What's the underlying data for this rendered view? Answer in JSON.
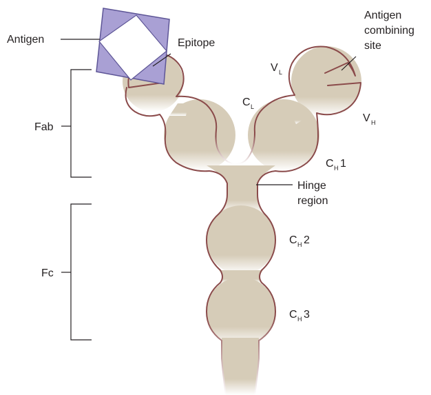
{
  "labels": {
    "antigen": "Antigen",
    "epitope": "Epitope",
    "antigen_combining_site": [
      "Antigen",
      "combining",
      "site"
    ],
    "fab": "Fab",
    "fc": "Fc",
    "hinge_region": [
      "Hinge",
      "region"
    ],
    "vl": {
      "main": "V",
      "sub": "L"
    },
    "vh": {
      "main": "V",
      "sub": "H"
    },
    "cl": {
      "main": "C",
      "sub": "L"
    },
    "ch1": {
      "main": "C",
      "sub": "H",
      "suffix": "1"
    },
    "ch2": {
      "main": "C",
      "sub": "H",
      "suffix": "2"
    },
    "ch3": {
      "main": "C",
      "sub": "H",
      "suffix": "3"
    }
  },
  "colors": {
    "antibody_fill": "#d6ccb8",
    "antibody_fade": "#ffffff",
    "antibody_outline": "#8a4a4a",
    "antigen_fill": "#a9a0d4",
    "antigen_outline": "#5d5596",
    "text": "#231f20"
  }
}
